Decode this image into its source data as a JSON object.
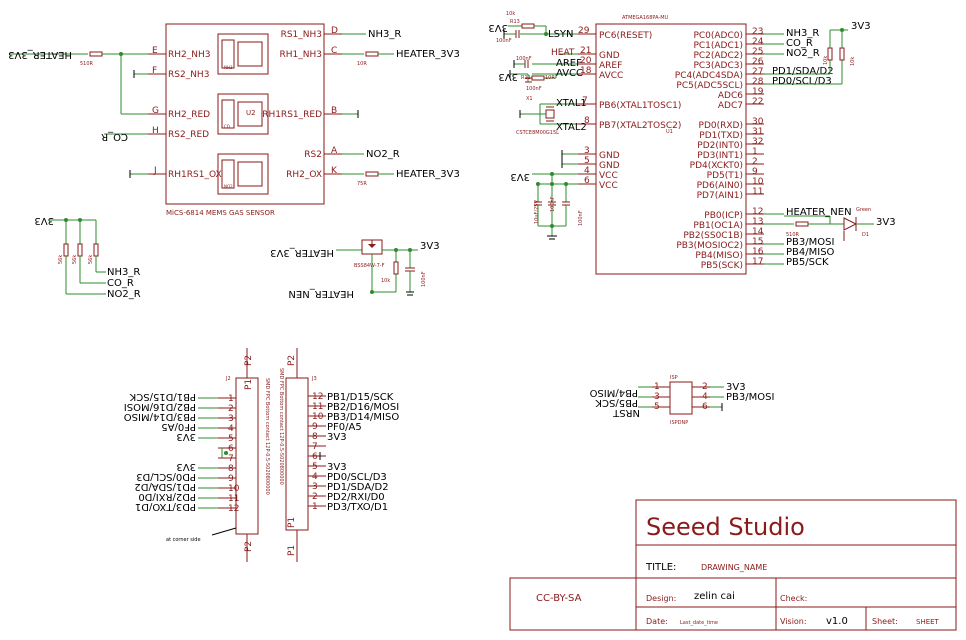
{
  "colors": {
    "part": "#8b1a1a",
    "wire": "#2e8b2e",
    "net": "#000000",
    "background": "#ffffff"
  },
  "sensor": {
    "title": "MiCS-6814 MEMS GAS SENSOR",
    "left_pins": [
      {
        "pin": "E",
        "name": "RH2_NH3"
      },
      {
        "pin": "F",
        "name": "RS2_NH3"
      },
      {
        "pin": "G",
        "name": "RH2_RED"
      },
      {
        "pin": "H",
        "name": "RS2_RED"
      },
      {
        "pin": "J",
        "name": "RH1RS1_OX"
      }
    ],
    "right_pins": [
      {
        "pin": "D",
        "name": "RS1_NH3"
      },
      {
        "pin": "C",
        "name": "RH1_NH3"
      },
      {
        "pin": "B",
        "name": "RH1RS1_RED"
      },
      {
        "pin": "A",
        "name": "RS2"
      },
      {
        "pin": "K",
        "name": "RH2_OX"
      }
    ],
    "inner": {
      "nh3": "NH3",
      "u2": "U2",
      "co": "CO",
      "no2": "NO2"
    },
    "nets": {
      "nh3_r": "NH3_R",
      "heater_3v3": "HEATER_3V3",
      "no2_r": "NO2_R",
      "co_r": "CO_R"
    },
    "resistors": {
      "left": "510R",
      "top_right": "10R",
      "bottom_right": "75R"
    }
  },
  "pullups": {
    "supply": "3V3",
    "values": [
      "56k",
      "56k",
      "56k"
    ],
    "outputs": [
      "NH3_R",
      "CO_R",
      "NO2_R"
    ]
  },
  "heater_switch": {
    "part": "BSS84W-7-F",
    "supply": "3V3",
    "out": "HEATER_3V3",
    "enable": "HEATER_NEN",
    "res": "10k",
    "cap": "100nF"
  },
  "mcu": {
    "name": "ATMEGA168PA-MU",
    "ref": "U1",
    "left_pins": [
      {
        "num": "29",
        "name": "PC6(RESET)"
      },
      {
        "num": "21",
        "name": "GND"
      },
      {
        "num": "20",
        "name": "AREF"
      },
      {
        "num": "18",
        "name": "AVCC"
      },
      {
        "num": "7",
        "name": "PB6(XTAL1TOSC1)"
      },
      {
        "num": "8",
        "name": "PB7(XTAL2TOSC2)"
      },
      {
        "num": "3",
        "name": "GND"
      },
      {
        "num": "5",
        "name": "GND"
      },
      {
        "num": "4",
        "name": "VCC"
      },
      {
        "num": "6",
        "name": "VCC"
      }
    ],
    "right_pins": [
      {
        "num": "23",
        "name": "PC0(ADC0)",
        "net": "NH3_R"
      },
      {
        "num": "24",
        "name": "PC1(ADC1)",
        "net": "CO_R"
      },
      {
        "num": "25",
        "name": "PC2(ADC2)",
        "net": "NO2_R"
      },
      {
        "num": "26",
        "name": "PC3(ADC3)",
        "net": ""
      },
      {
        "num": "27",
        "name": "PC4(ADC4SDA)",
        "net": "PD1/SDA/D2"
      },
      {
        "num": "28",
        "name": "PC5(ADC5SCL)",
        "net": "PD0/SCL/D3"
      },
      {
        "num": "19",
        "name": "ADC6",
        "net": ""
      },
      {
        "num": "22",
        "name": "ADC7",
        "net": ""
      },
      {
        "num": "30",
        "name": "PD0(RXD)",
        "net": ""
      },
      {
        "num": "31",
        "name": "PD1(TXD)",
        "net": ""
      },
      {
        "num": "32",
        "name": "PD2(INT0)",
        "net": ""
      },
      {
        "num": "1",
        "name": "PD3(INT1)",
        "net": ""
      },
      {
        "num": "2",
        "name": "PD4(XCKT0)",
        "net": ""
      },
      {
        "num": "9",
        "name": "PD5(T1)",
        "net": ""
      },
      {
        "num": "10",
        "name": "PD6(AIN0)",
        "net": ""
      },
      {
        "num": "11",
        "name": "PD7(AIN1)",
        "net": ""
      },
      {
        "num": "12",
        "name": "PB0(ICP)",
        "net": "HEATER_NEN"
      },
      {
        "num": "13",
        "name": "PB1(OC1A)",
        "net": ""
      },
      {
        "num": "14",
        "name": "PB2(SS0C1B)",
        "net": ""
      },
      {
        "num": "15",
        "name": "PB3(MOSIOC2)",
        "net": "PB3/MOSI"
      },
      {
        "num": "16",
        "name": "PB4(MISO)",
        "net": "PB4/MISO"
      },
      {
        "num": "17",
        "name": "PB5(SCK)",
        "net": "PB5/SCK"
      }
    ],
    "reset_net": "LSYN",
    "reset_res": "10k",
    "reset_ref": "R13",
    "reset_cap": "100nF",
    "supply": "3V3",
    "heat_label": "HEAT",
    "aref_label": "AREF",
    "avcc_label": "AVCC",
    "aref_cap": "100nF",
    "avcc_res": "R11",
    "avcc_res_val": "10R",
    "avcc_cap": "100nF",
    "xtal1": "XTAL1",
    "xtal2": "XTAL2",
    "crystal_ref": "X1",
    "crystal": "CSTCE8M00G15L",
    "decoupling": [
      "10uF/25V",
      "100nF",
      "100nF"
    ],
    "i2c_pullups": [
      "10k",
      "10k"
    ],
    "i2c_supply": "3V3"
  },
  "led": {
    "net": "HEATER_NEN",
    "res": "510R",
    "ref": "D1",
    "color": "Green",
    "supply": "3V3"
  },
  "j2": {
    "ref": "J2",
    "vertical_label": "SMD FPC Bottom contact 12P-0.5-5020800000",
    "p_labels": [
      "P2",
      "P1",
      "P2"
    ],
    "note": "at corner side",
    "pins": [
      {
        "num": "1",
        "net": "PB1/D15/SCK"
      },
      {
        "num": "2",
        "net": "PB2/D16/MOSI"
      },
      {
        "num": "3",
        "net": "PB3/D14/MISO"
      },
      {
        "num": "4",
        "net": "PF0/A5"
      },
      {
        "num": "5",
        "net": "3V3"
      },
      {
        "num": "6",
        "net": ""
      },
      {
        "num": "7",
        "net": ""
      },
      {
        "num": "8",
        "net": "3V3"
      },
      {
        "num": "9",
        "net": "PD0/SCL/D3"
      },
      {
        "num": "10",
        "net": "PD1/SDA/D2"
      },
      {
        "num": "11",
        "net": "PD2/RXI/D0"
      },
      {
        "num": "12",
        "net": "PD3/TXO/D1"
      }
    ]
  },
  "j3": {
    "ref": "J3",
    "vertical_label": "SMD FPC Bottom contact 12P-0.5-5020800000",
    "p_labels": [
      "P2",
      "P1",
      "P1"
    ],
    "pins": [
      {
        "num": "12",
        "net": "PB1/D15/SCK"
      },
      {
        "num": "11",
        "net": "PB2/D16/MOSI"
      },
      {
        "num": "10",
        "net": "PB3/D14/MISO"
      },
      {
        "num": "9",
        "net": "PF0/A5"
      },
      {
        "num": "8",
        "net": "3V3"
      },
      {
        "num": "7",
        "net": ""
      },
      {
        "num": "6",
        "net": ""
      },
      {
        "num": "5",
        "net": "3V3"
      },
      {
        "num": "4",
        "net": "PD0/SCL/D3"
      },
      {
        "num": "3",
        "net": "PD1/SDA/D2"
      },
      {
        "num": "2",
        "net": "PD2/RXI/D0"
      },
      {
        "num": "1",
        "net": "PD3/TXO/D1"
      }
    ]
  },
  "isp": {
    "ref": "ISP",
    "footprint": "ISPDNP",
    "left": [
      {
        "num": "1",
        "net": "PB4/MISO"
      },
      {
        "num": "3",
        "net": "PB5/SCK"
      },
      {
        "num": "5",
        "net": "NRST"
      }
    ],
    "right": [
      {
        "num": "2",
        "net": "3V3"
      },
      {
        "num": "4",
        "net": "PB3/MOSI"
      },
      {
        "num": "6",
        "net": ""
      }
    ]
  },
  "title_block": {
    "company": "Seeed Studio",
    "title_label": "TITLE:",
    "title_value": "DRAWING_NAME",
    "license": "CC-BY-SA",
    "design_label": "Design:",
    "design_value": "zelin cai",
    "check_label": "Check:",
    "date_label": "Date:",
    "date_value": "Last_date_time",
    "vision_label": "Vision:",
    "vision_value": "v1.0",
    "sheet_label": "Sheet:",
    "sheet_value": "SHEET"
  }
}
